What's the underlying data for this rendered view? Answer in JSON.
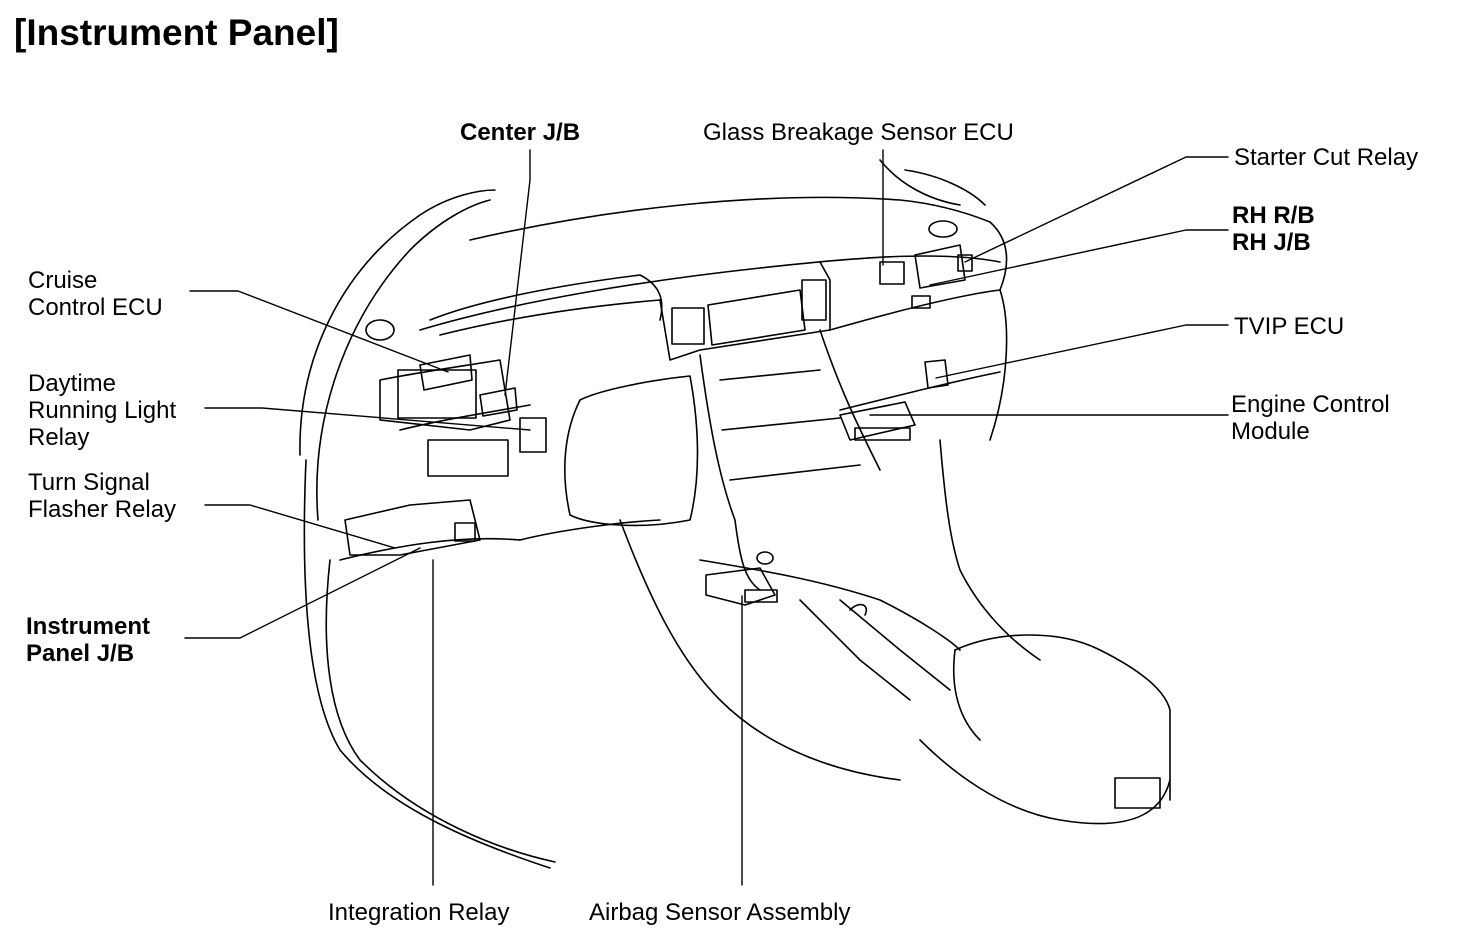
{
  "title": "[Instrument Panel]",
  "labels": {
    "center_jb": "Center J/B",
    "glass_breakage": "Glass Breakage Sensor ECU",
    "starter_cut": "Starter Cut Relay",
    "rh_rb": "RH R/B",
    "rh_jb": "RH J/B",
    "cruise_1": "Cruise",
    "cruise_2": "Control ECU",
    "drl_1": "Daytime",
    "drl_2": "Running Light",
    "drl_3": "Relay",
    "turn_1": "Turn Signal",
    "turn_2": "Flasher Relay",
    "tvip": "TVIP ECU",
    "ecm_1": "Engine Control",
    "ecm_2": "Module",
    "ipjb_1": "Instrument",
    "ipjb_2": "Panel J/B",
    "integration": "Integration Relay",
    "airbag": "Airbag Sensor Assembly"
  },
  "colors": {
    "ink": "#000000",
    "paper": "#ffffff"
  }
}
